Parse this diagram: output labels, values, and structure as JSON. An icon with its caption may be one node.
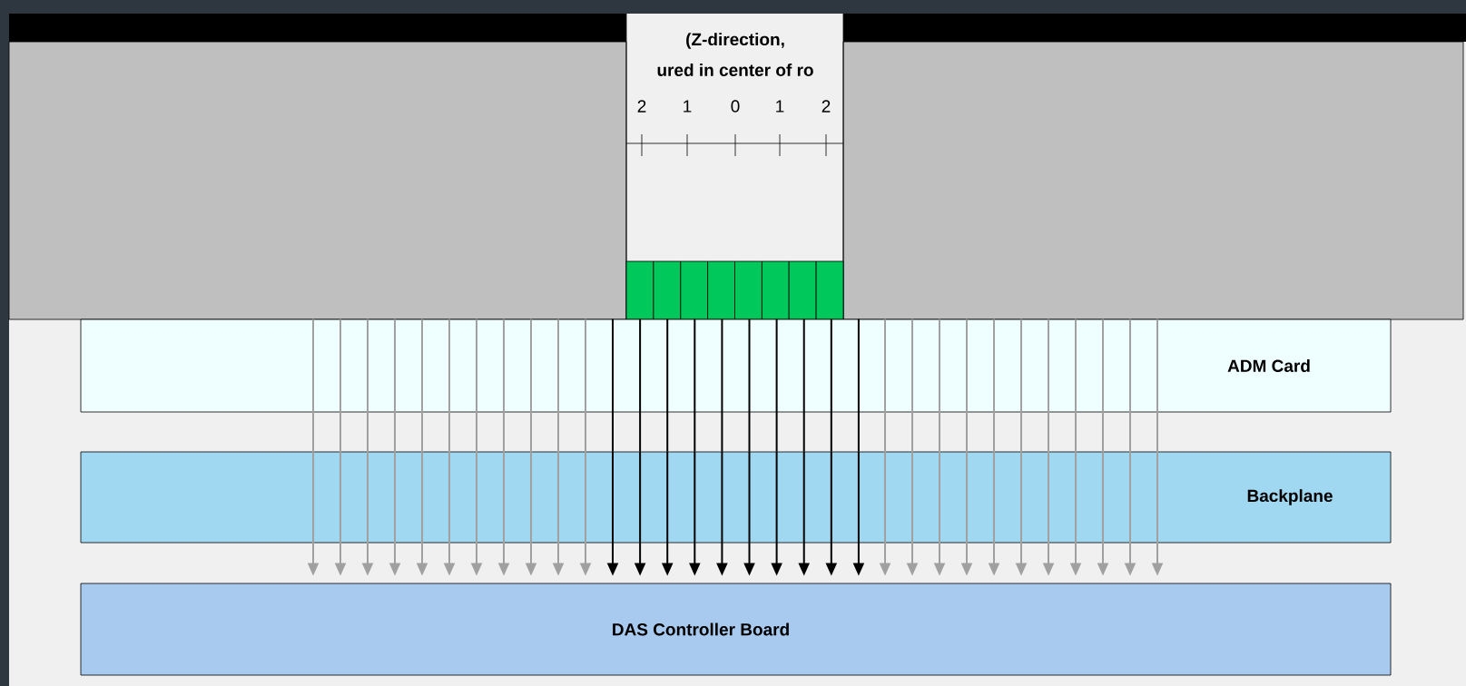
{
  "diagram": {
    "nodes": [
      {
        "text": [
          "ADM Card"
        ]
      },
      {
        "text": [
          "Backplane"
        ]
      },
      {
        "text": [
          "DAS Controller Board"
        ]
      }
    ],
    "edges": [
      {
        "from": 0,
        "to": 1,
        "arrow": "none"
      },
      {
        "from": 1,
        "to": 2,
        "arrow": "to"
      },
      {
        "from": 0,
        "to": 1,
        "arrow": "none"
      },
      {
        "from": 1,
        "to": 2,
        "arrow": "to"
      },
      {
        "from": 0,
        "to": 1,
        "arrow": "none"
      },
      {
        "from": 1,
        "to": 2,
        "arrow": "to"
      },
      {
        "from": 0,
        "to": 1,
        "arrow": "none"
      },
      {
        "from": 1,
        "to": 2,
        "arrow": "to"
      },
      {
        "from": 0,
        "to": 1,
        "arrow": "none"
      },
      {
        "from": 1,
        "to": 2,
        "arrow": "to"
      },
      {
        "from": 0,
        "to": 1,
        "arrow": "none"
      },
      {
        "from": 1,
        "to": 2,
        "arrow": "to"
      },
      {
        "from": 0,
        "to": 1,
        "arrow": "none"
      },
      {
        "from": 1,
        "to": 2,
        "arrow": "to"
      },
      {
        "from": 0,
        "to": 1,
        "arrow": "none"
      },
      {
        "from": 1,
        "to": 2,
        "arrow": "to"
      },
      {
        "from": 0,
        "to": 1,
        "arrow": "none"
      },
      {
        "from": 1,
        "to": 2,
        "arrow": "to"
      },
      {
        "from": 0,
        "to": 1,
        "arrow": "none"
      },
      {
        "from": 1,
        "to": 2,
        "arrow": "to"
      },
      {
        "from": 0,
        "to": 1,
        "arrow": "none"
      },
      {
        "from": 1,
        "to": 2,
        "arrow": "to"
      },
      {
        "from": 0,
        "to": 1,
        "arrow": "none",
        "color": "#000000"
      },
      {
        "from": 1,
        "to": 2,
        "arrow": "to",
        "color": "#000000"
      },
      {
        "from": 0,
        "to": 1,
        "arrow": "none",
        "color": "#000000"
      },
      {
        "from": 1,
        "to": 2,
        "arrow": "to",
        "color": "#000000"
      },
      {
        "from": 0,
        "to": 1,
        "arrow": "none",
        "color": "#000000"
      },
      {
        "from": 1,
        "to": 2,
        "arrow": "to",
        "color": "#000000"
      },
      {
        "from": 0,
        "to": 1,
        "arrow": "none",
        "color": "#000000"
      },
      {
        "from": 1,
        "to": 2,
        "arrow": "to",
        "color": "#000000"
      },
      {
        "from": 0,
        "to": 1,
        "arrow": "none",
        "color": "#000000"
      },
      {
        "from": 1,
        "to": 2,
        "arrow": "to",
        "color": "#000000"
      },
      {
        "from": 0,
        "to": 1,
        "arrow": "none",
        "color": "#000000"
      },
      {
        "from": 1,
        "to": 2,
        "arrow": "to",
        "color": "#000000"
      },
      {
        "from": 0,
        "to": 1,
        "arrow": "none",
        "color": "#000000"
      },
      {
        "from": 1,
        "to": 2,
        "arrow": "to",
        "color": "#000000"
      },
      {
        "from": 0,
        "to": 1,
        "arrow": "none",
        "color": "#000000"
      },
      {
        "from": 1,
        "to": 2,
        "arrow": "to",
        "color": "#000000"
      },
      {
        "from": 0,
        "to": 1,
        "arrow": "none",
        "color": "#000000"
      },
      {
        "from": 1,
        "to": 2,
        "arrow": "to",
        "color": "#000000"
      },
      {
        "from": 0,
        "to": 1,
        "arrow": "none",
        "color": "#000000"
      },
      {
        "from": 1,
        "to": 2,
        "arrow": "to",
        "color": "#000000"
      },
      {
        "from": 0,
        "to": 1,
        "arrow": "none"
      },
      {
        "from": 1,
        "to": 2,
        "arrow": "to"
      },
      {
        "from": 0,
        "to": 1,
        "arrow": "none"
      },
      {
        "from": 1,
        "to": 2,
        "arrow": "to"
      },
      {
        "from": 0,
        "to": 1,
        "arrow": "none"
      },
      {
        "from": 1,
        "to": 2,
        "arrow": "to"
      },
      {
        "from": 0,
        "to": 1,
        "arrow": "none"
      },
      {
        "from": 1,
        "to": 2,
        "arrow": "to"
      },
      {
        "from": 0,
        "to": 1,
        "arrow": "none"
      },
      {
        "from": 1,
        "to": 2,
        "arrow": "to"
      },
      {
        "from": 0,
        "to": 1,
        "arrow": "none"
      },
      {
        "from": 1,
        "to": 2,
        "arrow": "to"
      },
      {
        "from": 0,
        "to": 1,
        "arrow": "none"
      },
      {
        "from": 1,
        "to": 2,
        "arrow": "to"
      },
      {
        "from": 0,
        "to": 1,
        "arrow": "none"
      },
      {
        "from": 1,
        "to": 2,
        "arrow": "to"
      },
      {
        "from": 0,
        "to": 1,
        "arrow": "none"
      },
      {
        "from": 1,
        "to": 2,
        "arrow": "to"
      },
      {
        "from": 0,
        "to": 1,
        "arrow": "none"
      },
      {
        "from": 1,
        "to": 2,
        "arrow": "to"
      },
      {
        "from": 0,
        "to": 1,
        "arrow": "none"
      },
      {
        "from": 1,
        "to": 2,
        "arrow": "to"
      }
    ],
    "labels": [
      "(Z-direction,",
      "ured in center of ro",
      "2",
      "1",
      "0",
      "1",
      "2"
    ]
  }
}
